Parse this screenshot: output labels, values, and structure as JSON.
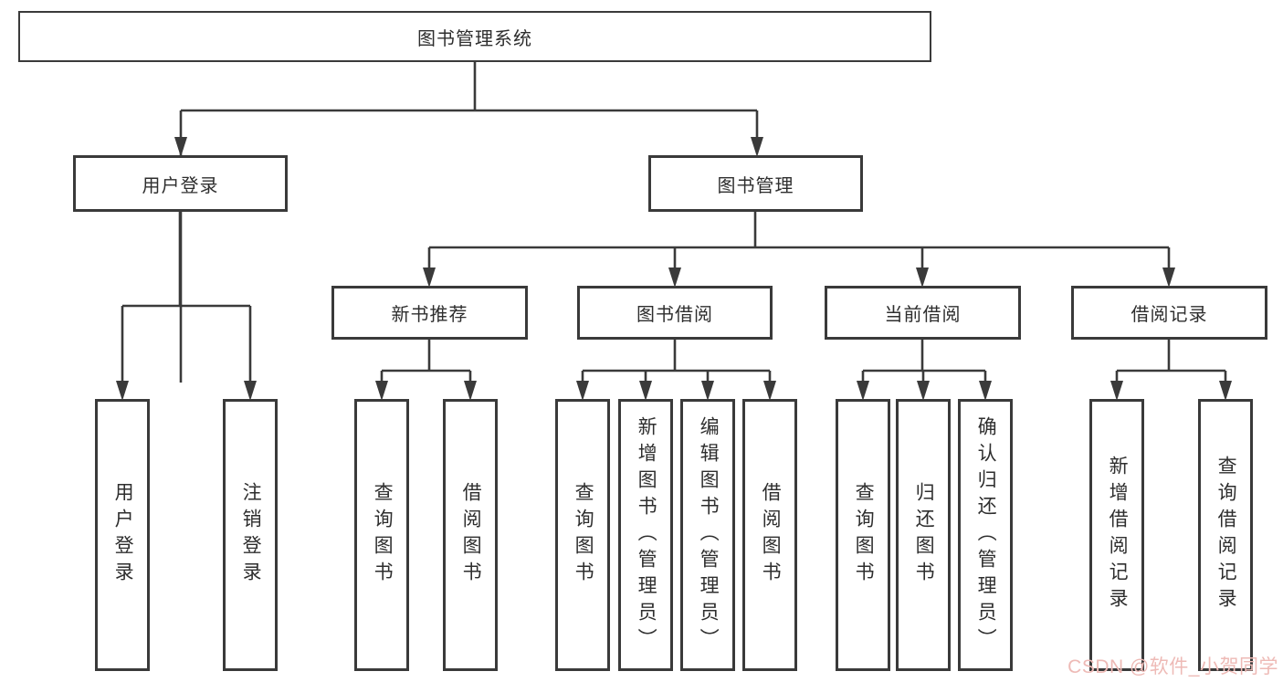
{
  "colors": {
    "line": "#3a3a3a",
    "box_border": "#3a3a3a",
    "box_background": "#ffffff",
    "text": "#2e2e2e",
    "watermark": "#eebab6"
  },
  "tree": {
    "root": {
      "label": "图书管理系统"
    },
    "level2": [
      {
        "label": "用户登录",
        "children": [
          {
            "label": "用户登录"
          },
          {
            "label": "注销登录"
          }
        ]
      },
      {
        "label": "图书管理",
        "children": [
          {
            "label": "新书推荐",
            "children": [
              {
                "label": "查询图书"
              },
              {
                "label": "借阅图书"
              }
            ]
          },
          {
            "label": "图书借阅",
            "children": [
              {
                "label": "查询图书"
              },
              {
                "label": "新增图书（管理员）"
              },
              {
                "label": "编辑图书（管理员）"
              },
              {
                "label": "借阅图书"
              }
            ]
          },
          {
            "label": "当前借阅",
            "children": [
              {
                "label": "查询图书"
              },
              {
                "label": "归还图书"
              },
              {
                "label": "确认归还（管理员）"
              }
            ]
          },
          {
            "label": "借阅记录",
            "children": [
              {
                "label": "新增借阅记录"
              },
              {
                "label": "查询借阅记录"
              }
            ]
          }
        ]
      }
    ]
  },
  "watermark": {
    "text": "CSDN @软件_小贺同学"
  }
}
